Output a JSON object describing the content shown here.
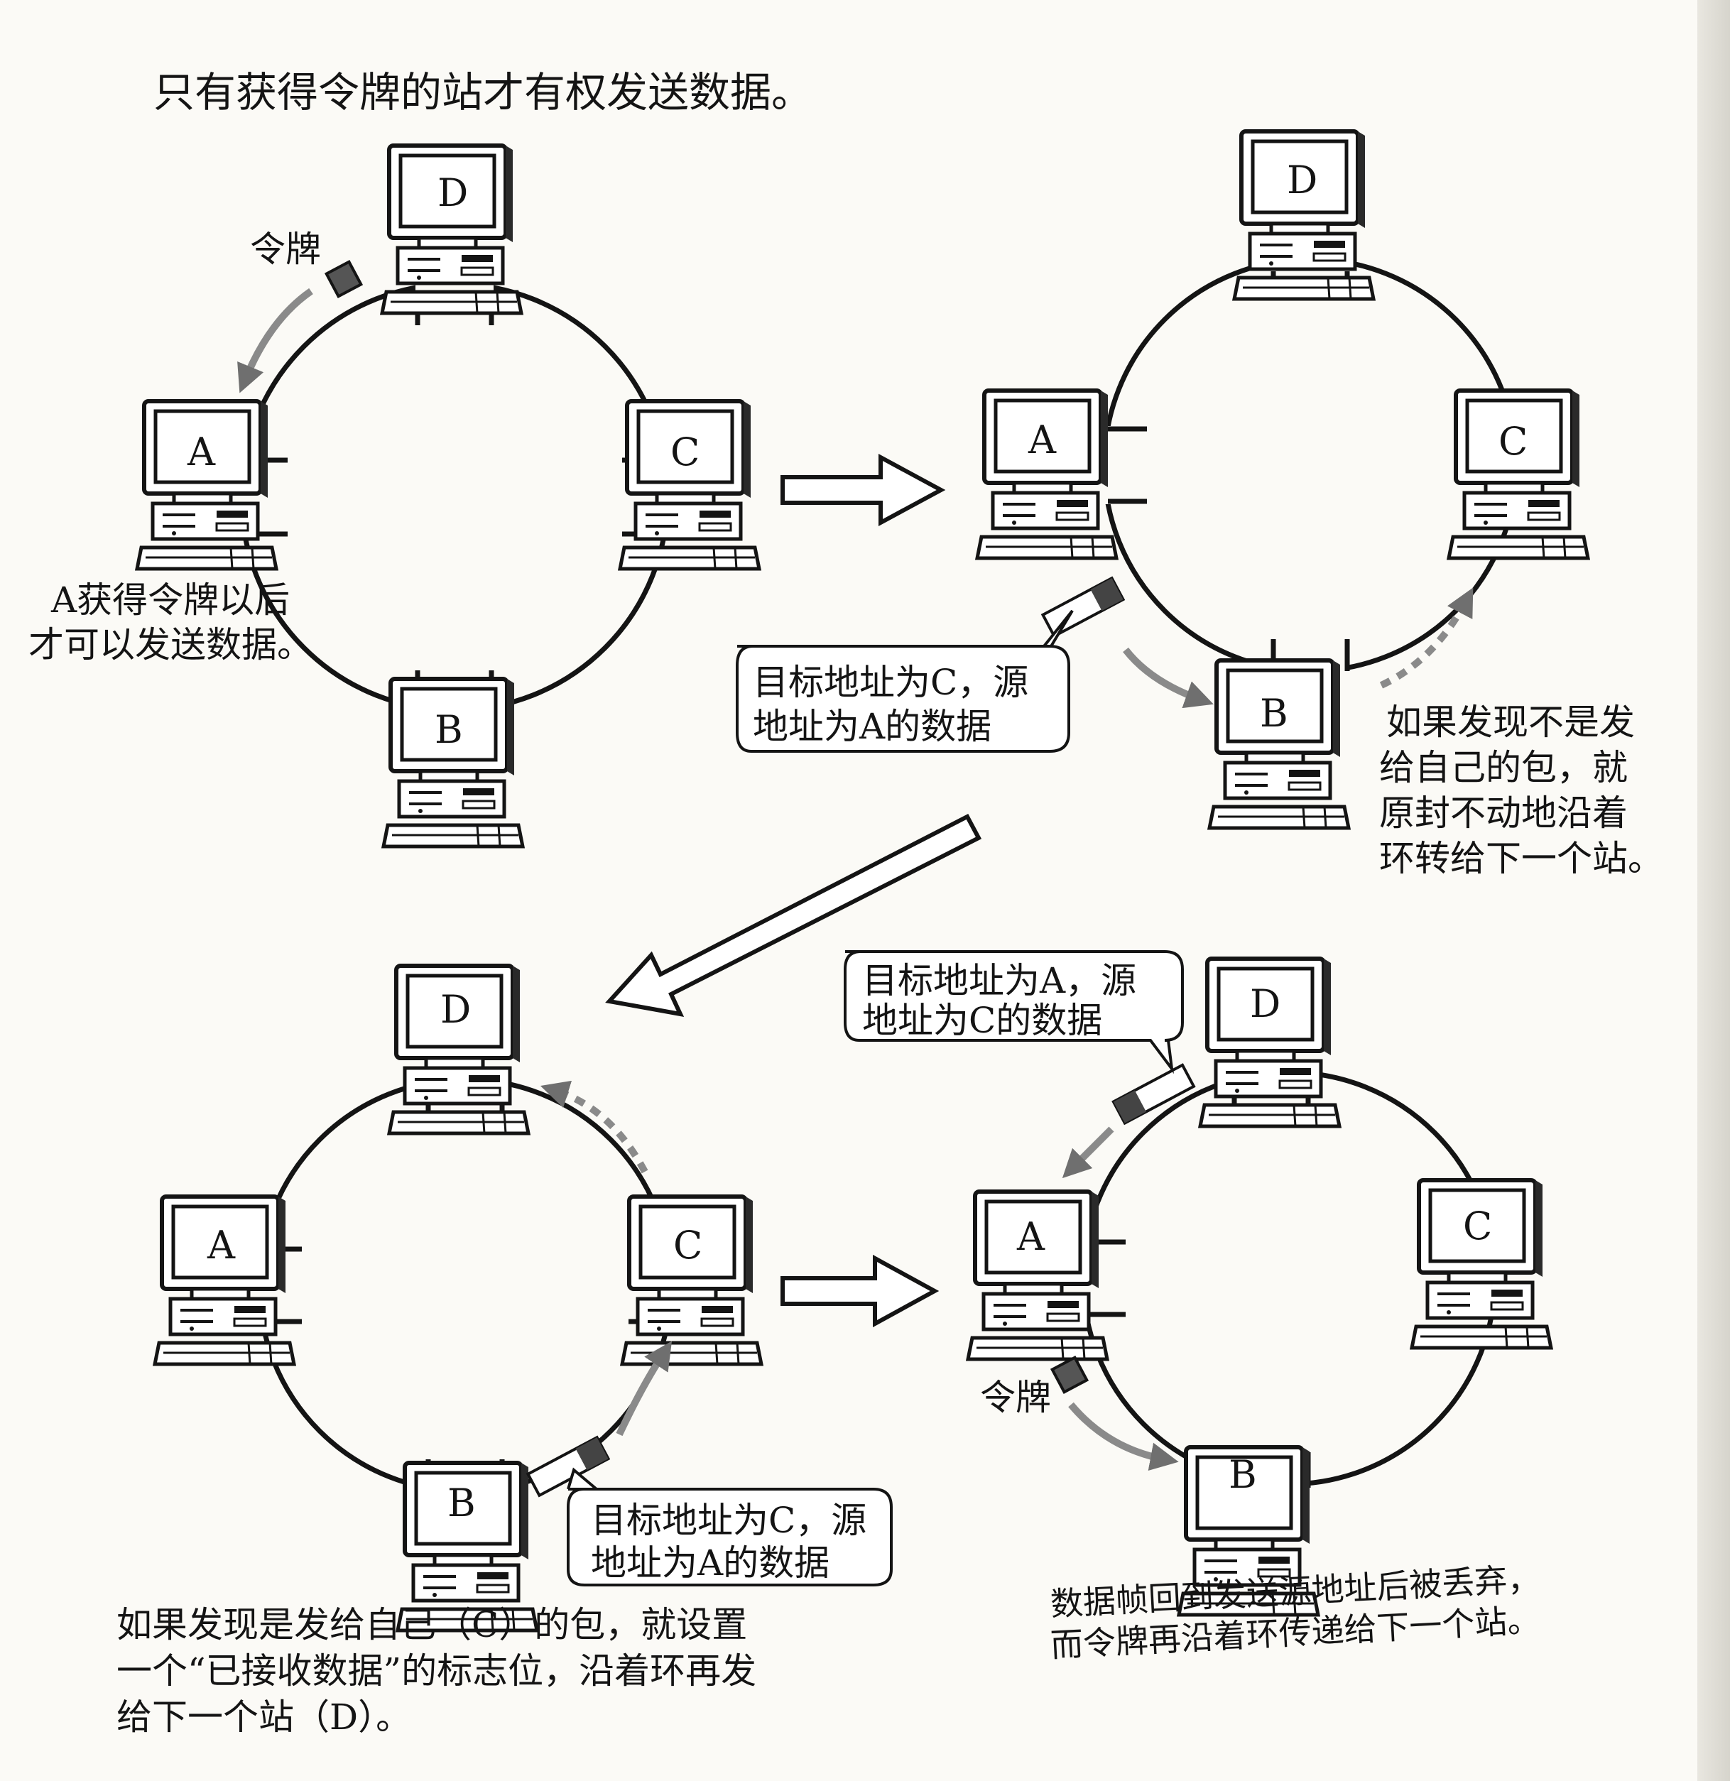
{
  "title": "只有获得令牌的站才有权发送数据。",
  "stations": [
    "A",
    "B",
    "C",
    "D"
  ],
  "panel1": {
    "token_label": "令牌",
    "caption": [
      "A获得令牌以后",
      "才可以发送数据。"
    ]
  },
  "panel2": {
    "bubble": [
      "目标地址为C，源",
      "地址为A的数据"
    ],
    "caption": [
      "如果发现不是发",
      "给自己的包，就",
      "原封不动地沿着",
      "环转给下一个站。"
    ]
  },
  "panel3": {
    "bubble": [
      "目标地址为C，源",
      "地址为A的数据"
    ],
    "caption": [
      "如果发现是发给自己（C）的包，就设置",
      "一个“已接收数据”的标志位，沿着环再发",
      "给下一个站（D）。"
    ]
  },
  "panel4": {
    "bubble": [
      "目标地址为A，源",
      "地址为C的数据"
    ],
    "token_label": "令牌",
    "caption": [
      "数据帧回到发送源地址后被丢弃，",
      "而令牌再沿着环传递给下一个站。"
    ]
  }
}
